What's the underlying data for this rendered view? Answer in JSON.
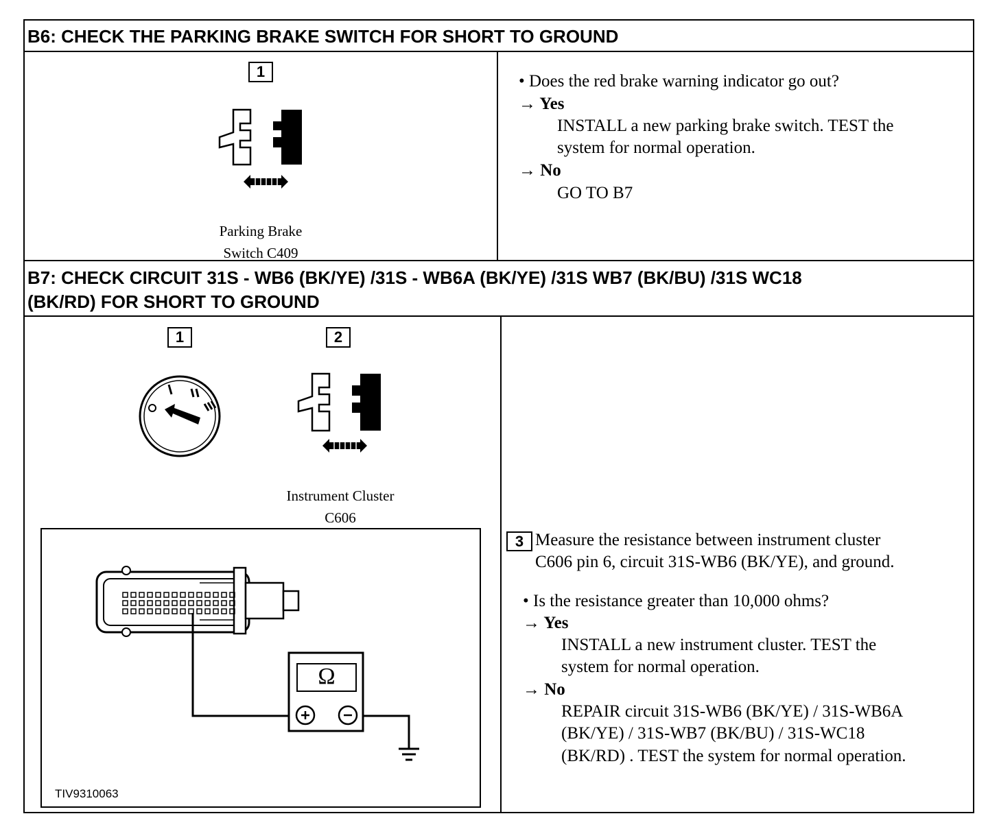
{
  "b6": {
    "title": "B6: CHECK THE PARKING BRAKE SWITCH FOR SHORT TO GROUND",
    "step_number": "1",
    "caption_line1": "Parking Brake",
    "caption_line2": "Switch C409",
    "question": "• Does the red brake warning indicator go out?",
    "yes_label": "→ Yes",
    "yes_line1": "INSTALL a new parking brake switch. TEST the",
    "yes_line2": "system for normal operation.",
    "no_label": "→ No",
    "no_action": "GO TO B7"
  },
  "b7": {
    "title_line1": "B7: CHECK CIRCUIT 31S - WB6 (BK/YE) /31S - WB6A (BK/YE) /31S WB7 (BK/BU) /31S WC18",
    "title_line2": "(BK/RD) FOR SHORT TO GROUND",
    "step1_number": "1",
    "step2_number": "2",
    "caption_line1": "Instrument Cluster",
    "caption_line2": "C606",
    "ohm_symbol": "Ω",
    "figure_ref": "TIV9310063",
    "step3_number": "3",
    "step3_line1": "Measure the resistance between instrument cluster",
    "step3_line2": "C606 pin 6, circuit 31S-WB6 (BK/YE), and ground.",
    "question": "• Is the resistance greater than 10,000 ohms?",
    "yes_label": "→ Yes",
    "yes_line1": "INSTALL a new instrument cluster. TEST the",
    "yes_line2": "system for normal operation.",
    "no_label": "→ No",
    "no_line1": "REPAIR circuit 31S-WB6 (BK/YE) / 31S-WB6A",
    "no_line2": "(BK/YE) / 31S-WB7 (BK/BU) / 31S-WC18",
    "no_line3": "(BK/RD) . TEST the system for normal operation."
  }
}
